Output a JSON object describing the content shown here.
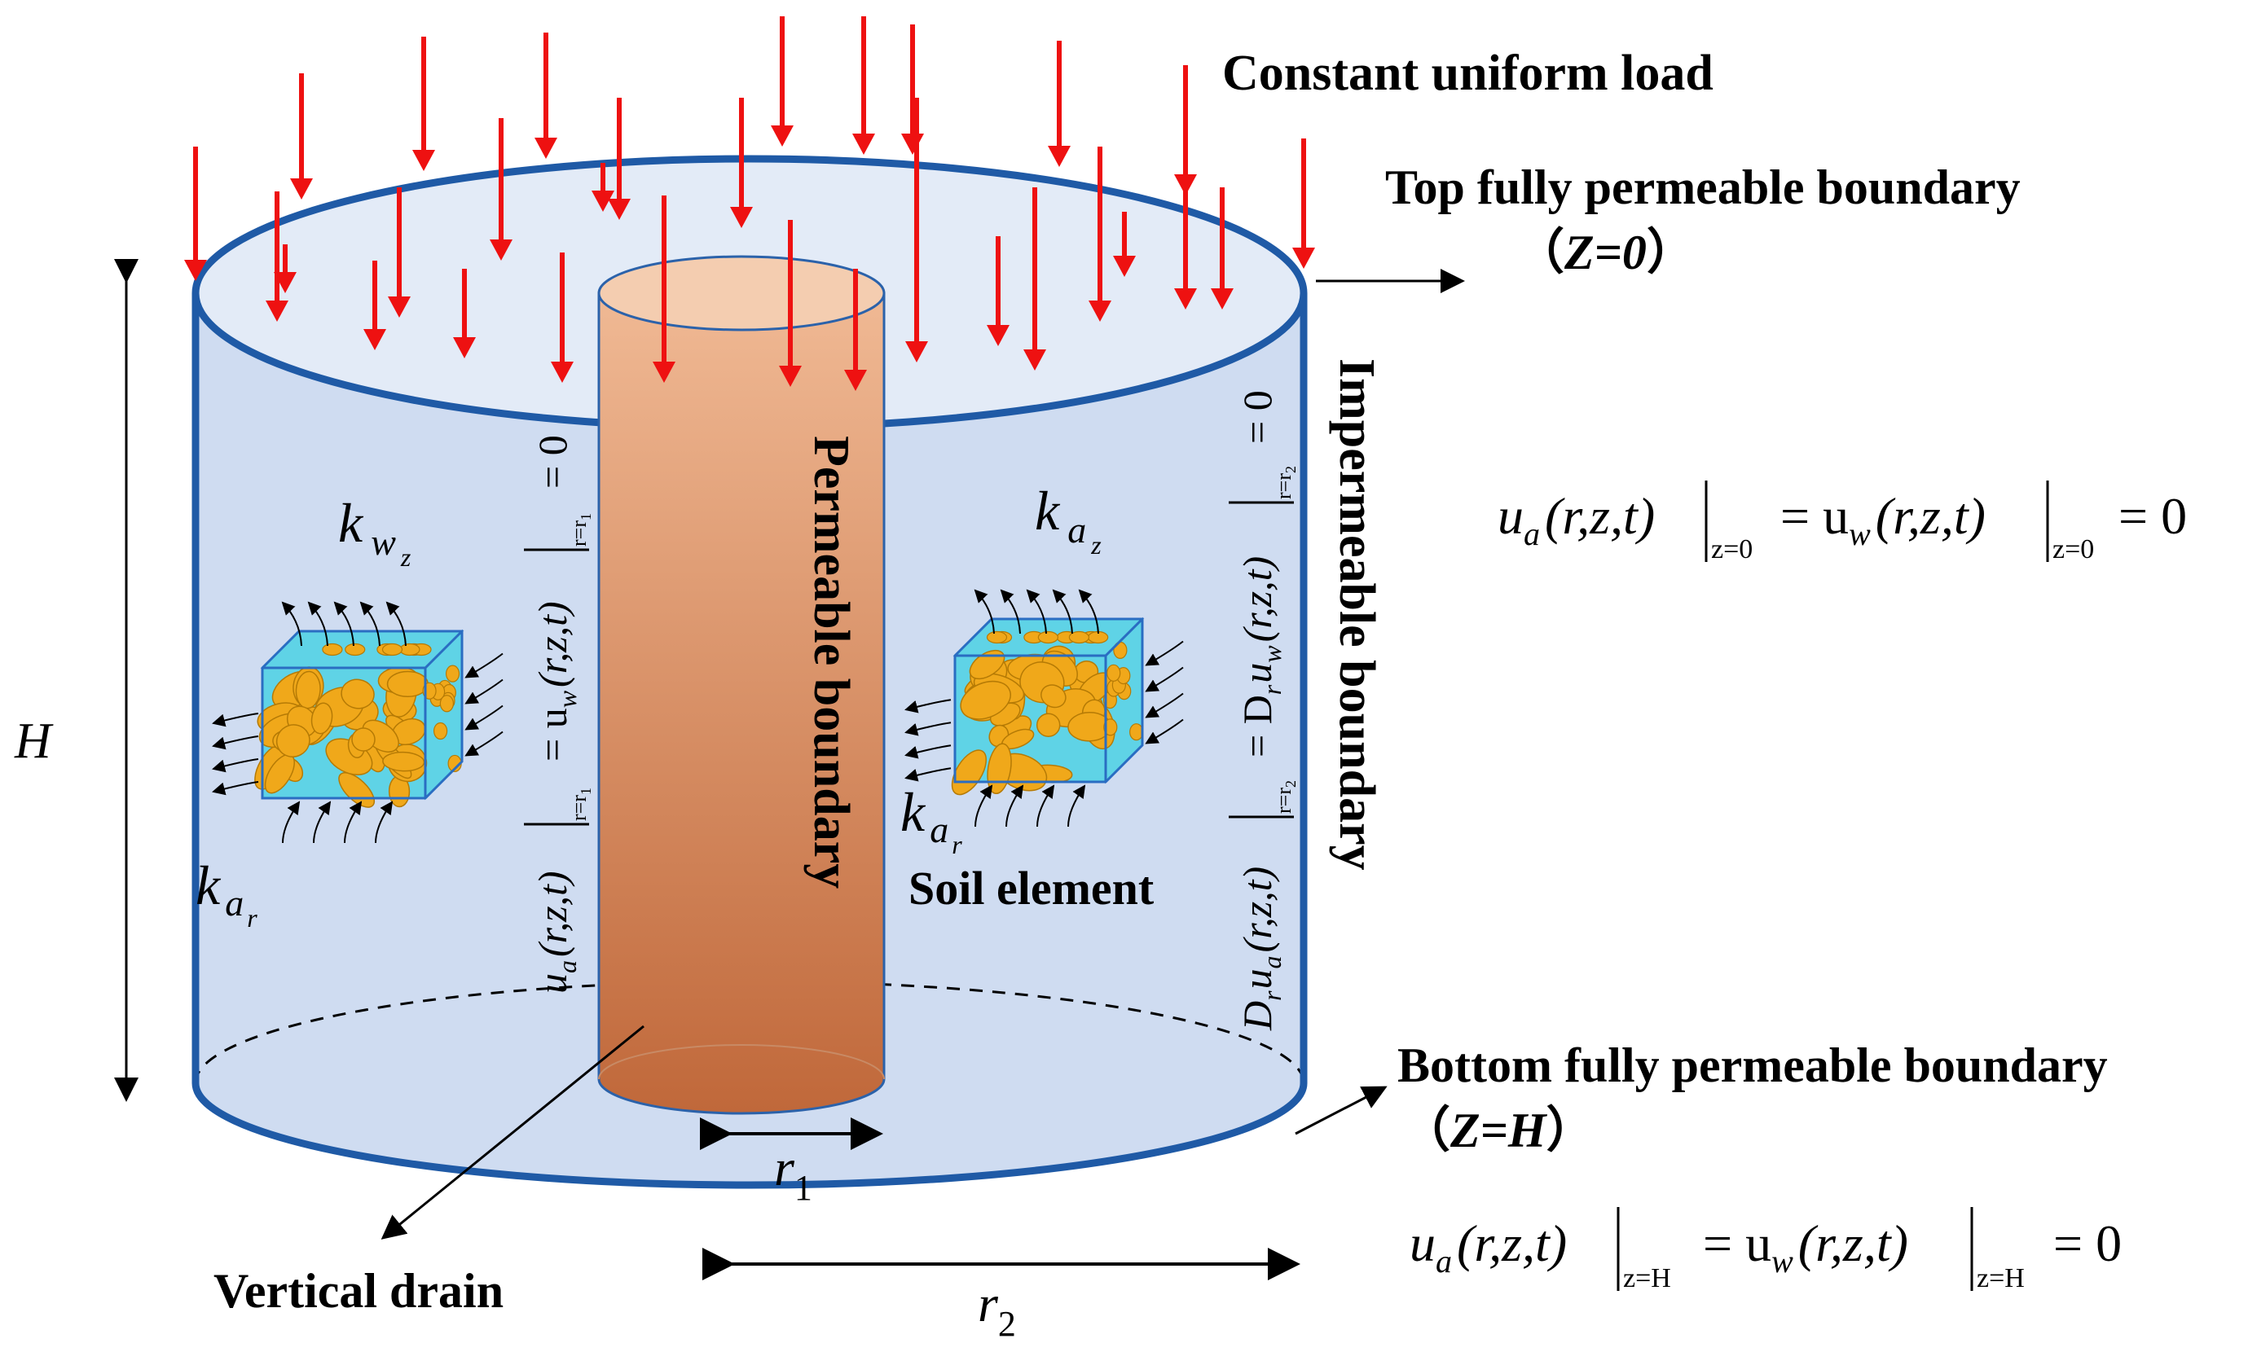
{
  "labels": {
    "load": "Constant uniform load",
    "top_boundary": "Top fully permeable boundary",
    "top_cond_open": "（",
    "top_cond_var": "Z=0",
    "top_cond_close": "）",
    "bottom_boundary": "Bottom fully permeable boundary",
    "bottom_cond_open": "（",
    "bottom_cond_var": "Z=H",
    "bottom_cond_close": "）",
    "permeable_boundary": "Permeable boundary",
    "impermeable_boundary": "Impermeable boundary",
    "soil_element": "Soil element",
    "vertical_drain": "Vertical drain",
    "height": "H",
    "r1": "r",
    "r1_sub": "1",
    "r2": "r",
    "r2_sub": "2",
    "kwz": "k",
    "kwz_sub": "w",
    "kwz_subsub": "z",
    "kaz": "k",
    "kaz_sub": "a",
    "kaz_subsub": "z",
    "kar_left": "k",
    "kar_left_sub": "a",
    "kar_left_subsub": "r",
    "kar_right": "k",
    "kar_right_sub": "a",
    "kar_right_subsub": "r"
  },
  "equations": {
    "top": {
      "lhs": "u",
      "lhs_sub": "a",
      "args1": "(r,z,t)",
      "eval1": "z=0",
      "mid": "= u",
      "mid_sub": "w",
      "args2": "(r,z,t)",
      "eval2": "z=0",
      "rhs": "= 0"
    },
    "bottom": {
      "lhs": "u",
      "lhs_sub": "a",
      "args1": "(r,z,t)",
      "eval1": "z=H",
      "mid": "= u",
      "mid_sub": "w",
      "args2": "(r,z,t)",
      "eval2": "z=H",
      "rhs": "= 0"
    },
    "drain": {
      "lhs": "u",
      "lhs_sub": "a",
      "args1": "(r,z,t)",
      "eval1": "r=r",
      "eval1_sub": "1",
      "mid": "= u",
      "mid_sub": "w",
      "args2": "(r,z,t)",
      "eval2": "r=r",
      "eval2_sub": "1",
      "rhs": "= 0"
    },
    "outer": {
      "lhs": "D",
      "lhs_sub": "r",
      "lhs2": "u",
      "lhs2_sub": "a",
      "args1": "(r,z,t)",
      "eval1": "r=r",
      "eval1_sub": "2",
      "mid": "= D",
      "mid_sub": "r",
      "mid2": "u",
      "mid2_sub": "w",
      "args2": "(r,z,t)",
      "eval2": "r=r",
      "eval2_sub": "2",
      "rhs": "= 0"
    }
  },
  "colors": {
    "cylinder_fill": "#cfdcf1",
    "cylinder_top": "#e3ebf7",
    "cylinder_stroke": "#1f5aa6",
    "drain_top": "#f3c9a8",
    "drain_bottom": "#c0683a",
    "load_arrow": "#ee1111",
    "grain": "#f0a81a",
    "grain_stroke": "#b57a05",
    "pore_water": "#5fd3e6",
    "text": "#000000"
  }
}
